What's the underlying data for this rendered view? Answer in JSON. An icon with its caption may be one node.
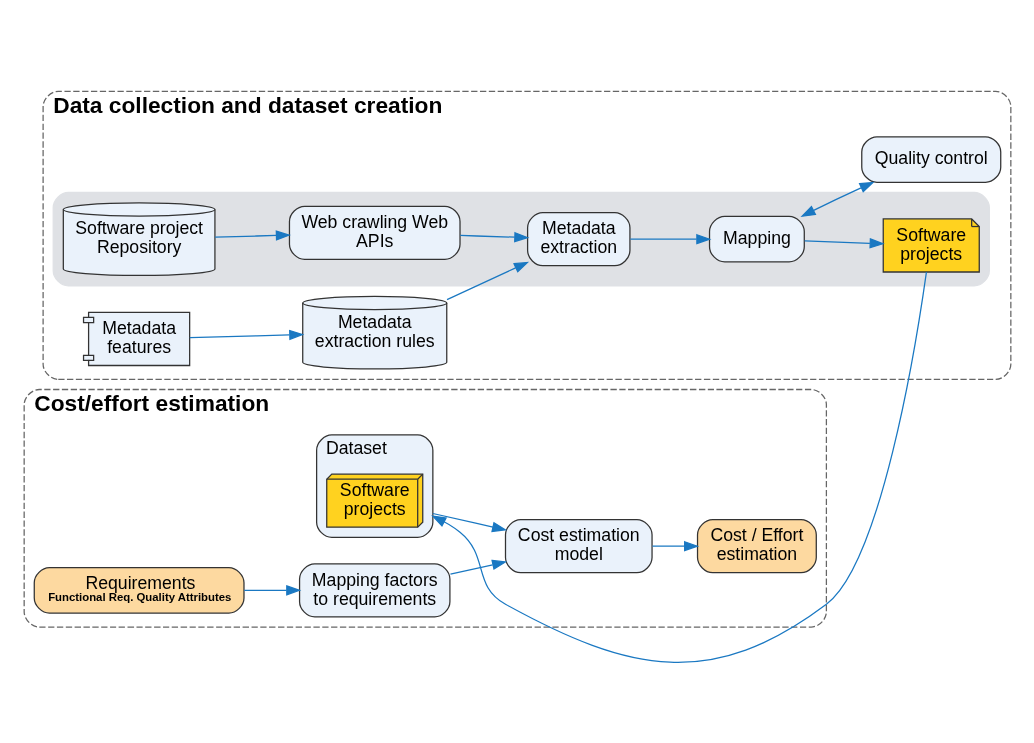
{
  "diagram": {
    "nodes": [
      {
        "text": [
          "Data collection and dataset creation"
        ]
      },
      {
        "text": [],
        "shape": "box",
        "in": 0
      },
      {
        "text": [
          "Software project Repository"
        ],
        "in": 1
      },
      {
        "text": [
          "Web crawling Web APIs"
        ],
        "in": 1
      },
      {
        "text": [
          "Metadata extraction"
        ],
        "in": 1
      },
      {
        "text": [
          "Mapping"
        ],
        "in": 1
      },
      {
        "text": [
          "Software projects"
        ],
        "in": 1
      },
      {
        "text": [
          "Metadata features"
        ],
        "in": 0
      },
      {
        "text": [
          "Metadata extraction rules"
        ],
        "in": 0
      },
      {
        "text": [
          "Quality control"
        ],
        "in": 0
      },
      {
        "text": [
          "Cost/effort estimation"
        ]
      },
      {
        "text": [
          "Requirements",
          "Functional Req. Quality Attributes"
        ],
        "in": 10
      },
      {
        "text": [
          "Mapping factors to requirements"
        ],
        "in": 10
      },
      {
        "text": [
          "Cost estimation model"
        ],
        "in": 10
      },
      {
        "text": [
          "Dataset"
        ],
        "in": 10
      },
      {
        "text": [
          "Software projects"
        ],
        "in": 14
      },
      {
        "text": [
          "Cost / Effort estimation"
        ],
        "in": 10
      }
    ],
    "edges": [
      {
        "from": 2,
        "to": 3,
        "arrow": "to"
      },
      {
        "from": 3,
        "to": 4,
        "arrow": "to"
      },
      {
        "from": 4,
        "to": 5,
        "arrow": "to"
      },
      {
        "from": 5,
        "to": 6,
        "arrow": "to"
      },
      {
        "from": 8,
        "to": 4,
        "arrow": "to"
      },
      {
        "from": 7,
        "to": 8,
        "arrow": "to"
      },
      {
        "from": 5,
        "to": 9,
        "arrow": "both"
      },
      {
        "from": 6,
        "to": 14,
        "arrow": "to"
      },
      {
        "from": 11,
        "to": 12,
        "arrow": "to"
      },
      {
        "from": 12,
        "to": 13,
        "arrow": "to"
      },
      {
        "from": 14,
        "to": 13,
        "arrow": "to"
      },
      {
        "from": 13,
        "to": 16,
        "arrow": "to"
      }
    ]
  }
}
